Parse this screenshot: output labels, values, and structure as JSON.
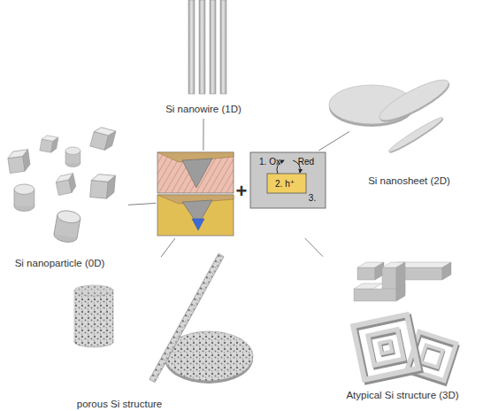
{
  "diagram": {
    "nodes": [
      {
        "text": [
          "Si nanowire (1D)"
        ]
      },
      {
        "text": [
          "Si nanosheet (2D)"
        ]
      },
      {
        "text": [
          "Si nanoparticle (0D)"
        ]
      },
      {
        "text": [
          "+"
        ]
      },
      {
        "text": [
          "1. Ox",
          "Red",
          "2. h⁺",
          "3."
        ],
        "in": 3
      },
      {
        "text": [
          "Atypical Si structure (3D)"
        ]
      },
      {
        "text": [
          "porous Si structure"
        ]
      }
    ],
    "edges": [
      {
        "from": 3,
        "to": 0,
        "arrow": "none"
      },
      {
        "from": 3,
        "to": 1,
        "arrow": "none"
      },
      {
        "from": 3,
        "to": 2,
        "arrow": "none"
      },
      {
        "from": 3,
        "to": 5,
        "arrow": "none"
      },
      {
        "from": 3,
        "to": 6,
        "arrow": "none"
      }
    ]
  }
}
